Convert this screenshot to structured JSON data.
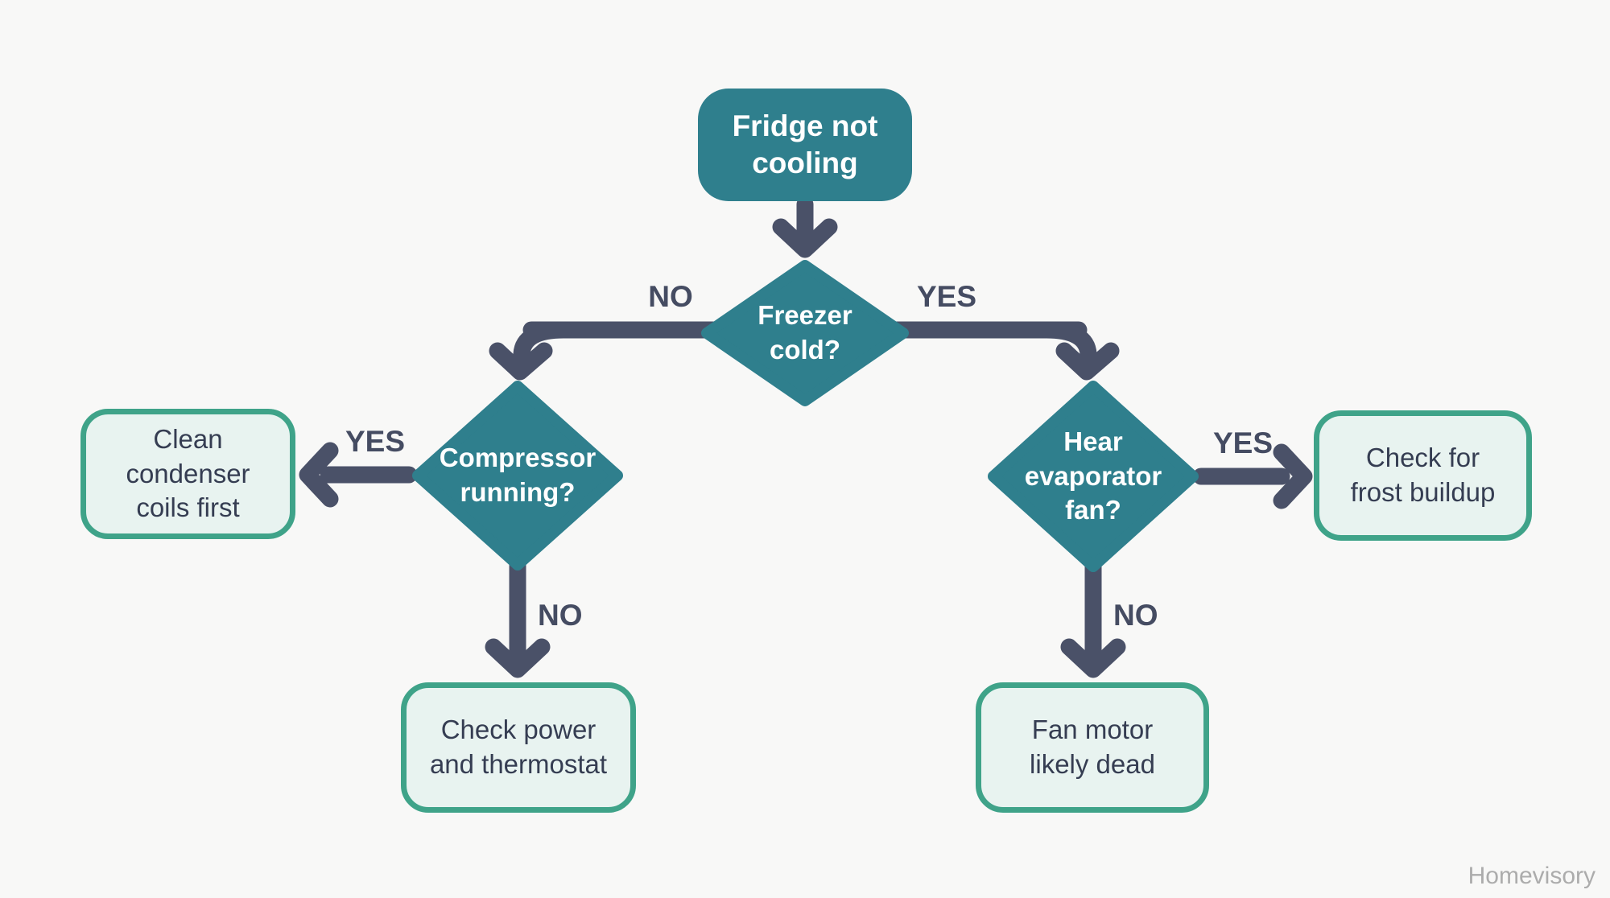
{
  "nodes": {
    "start": "Fridge not\ncooling",
    "freezer_cold": "Freezer\ncold?",
    "compressor_running": "Compressor\nrunning?",
    "hear_evaporator_fan": "Hear\nevaporator\nfan?",
    "clean_condenser": "Clean\ncondenser\ncoils first",
    "check_power": "Check power\nand thermostat",
    "check_frost": "Check for\nfrost buildup",
    "fan_motor": "Fan motor\nlikely dead"
  },
  "edge_labels": {
    "freezer_no": "NO",
    "freezer_yes": "YES",
    "compressor_yes": "YES",
    "compressor_no": "NO",
    "fan_yes": "YES",
    "fan_no": "NO"
  },
  "watermark": "Homevisory",
  "colors": {
    "node_teal": "#2f7f8d",
    "arrow_slate": "#4a5168",
    "edge_label_text": "#454c62",
    "result_fill": "#e8f3f0",
    "result_border": "#3fa389",
    "result_text": "#353d52",
    "background": "#f8f8f7",
    "watermark_text": "#acacac"
  }
}
